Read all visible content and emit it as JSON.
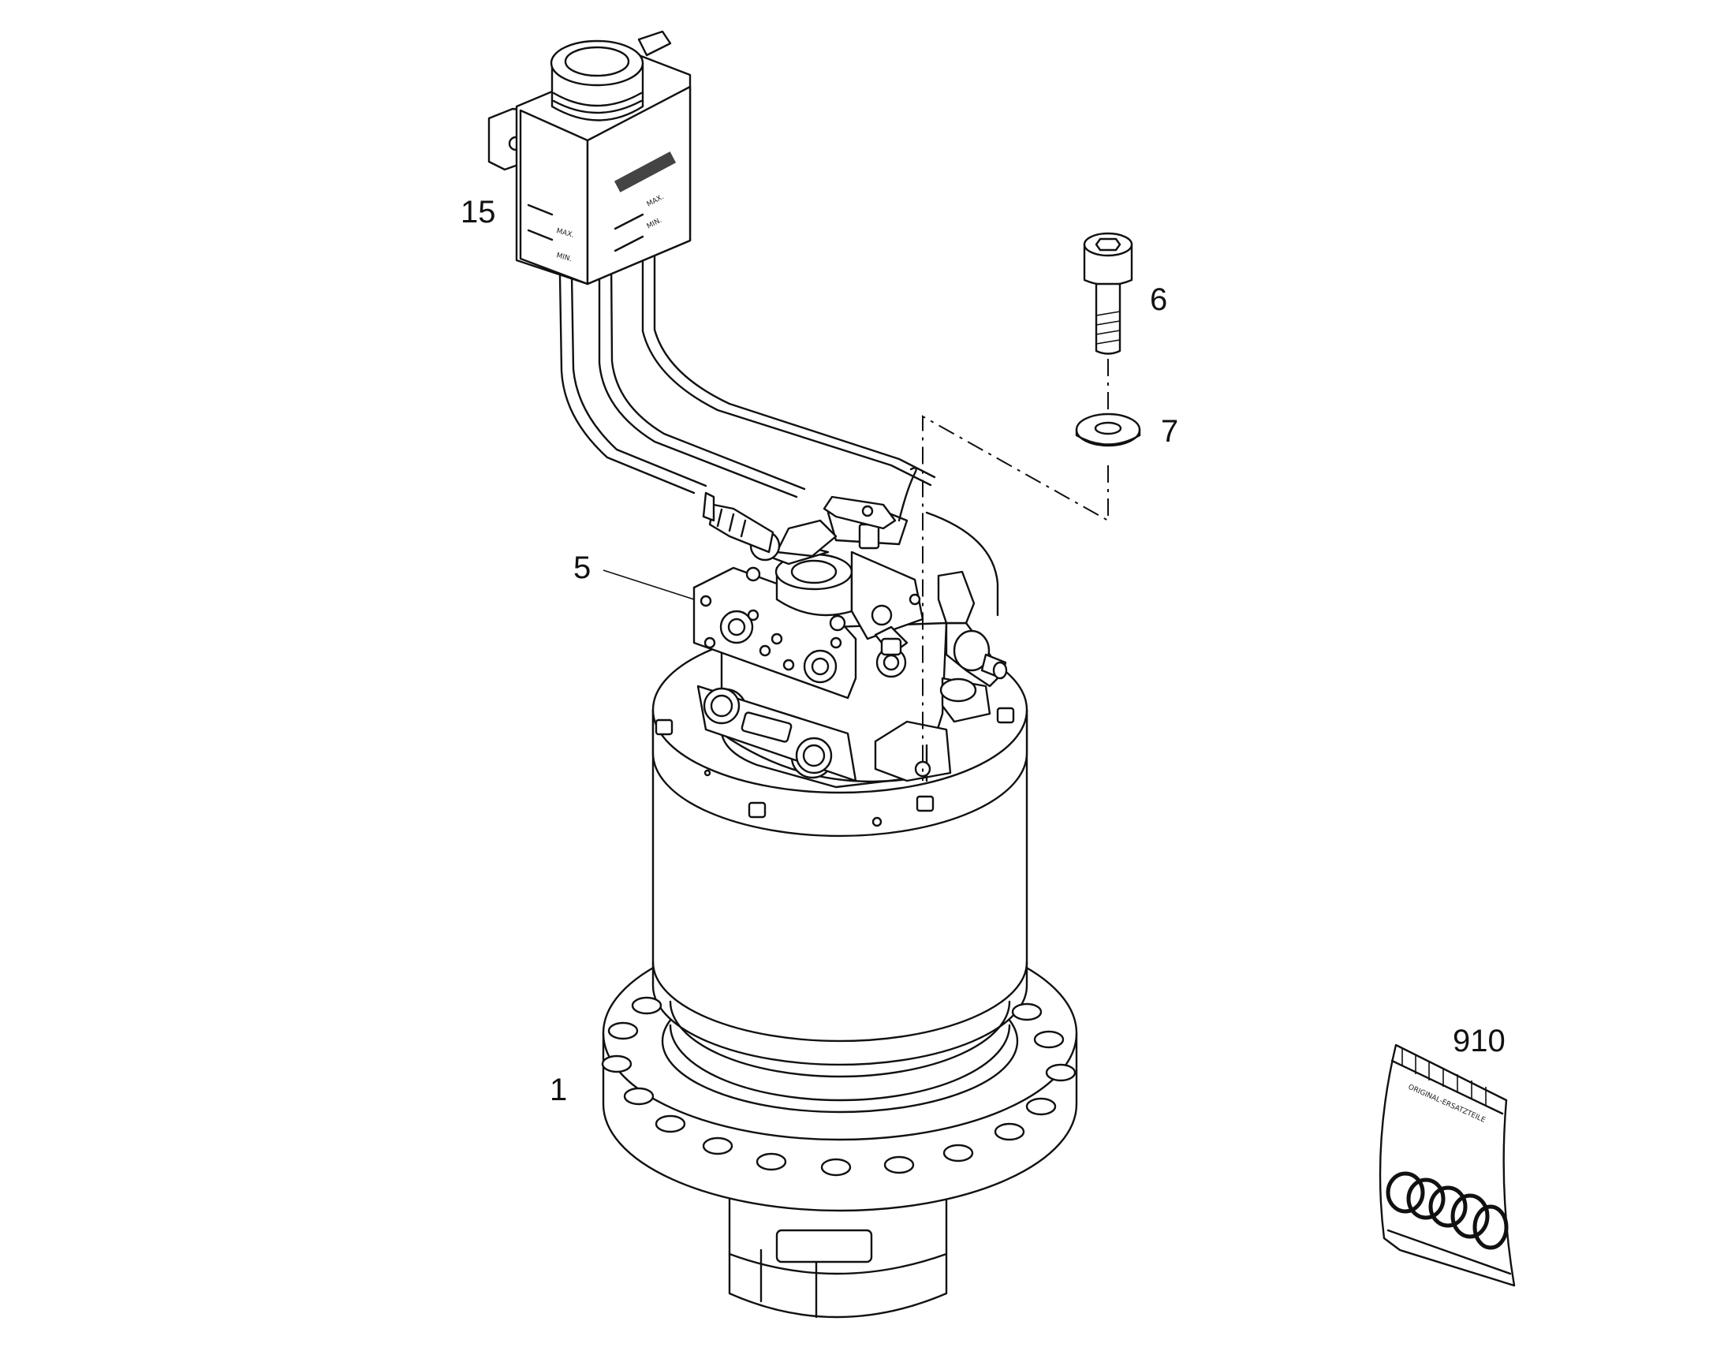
{
  "callouts": {
    "reservoir": "15",
    "screw": "6",
    "washer": "7",
    "motor": "5",
    "gearbox": "1",
    "seal_kit": "910"
  },
  "reservoir_markings": {
    "max_left": "MAX.",
    "min_left": "MIN.",
    "max_right": "MAX.",
    "min_right": "MIN."
  },
  "seal_kit_bag": {
    "text": "ORIGINAL-ERSATZTEILE"
  }
}
